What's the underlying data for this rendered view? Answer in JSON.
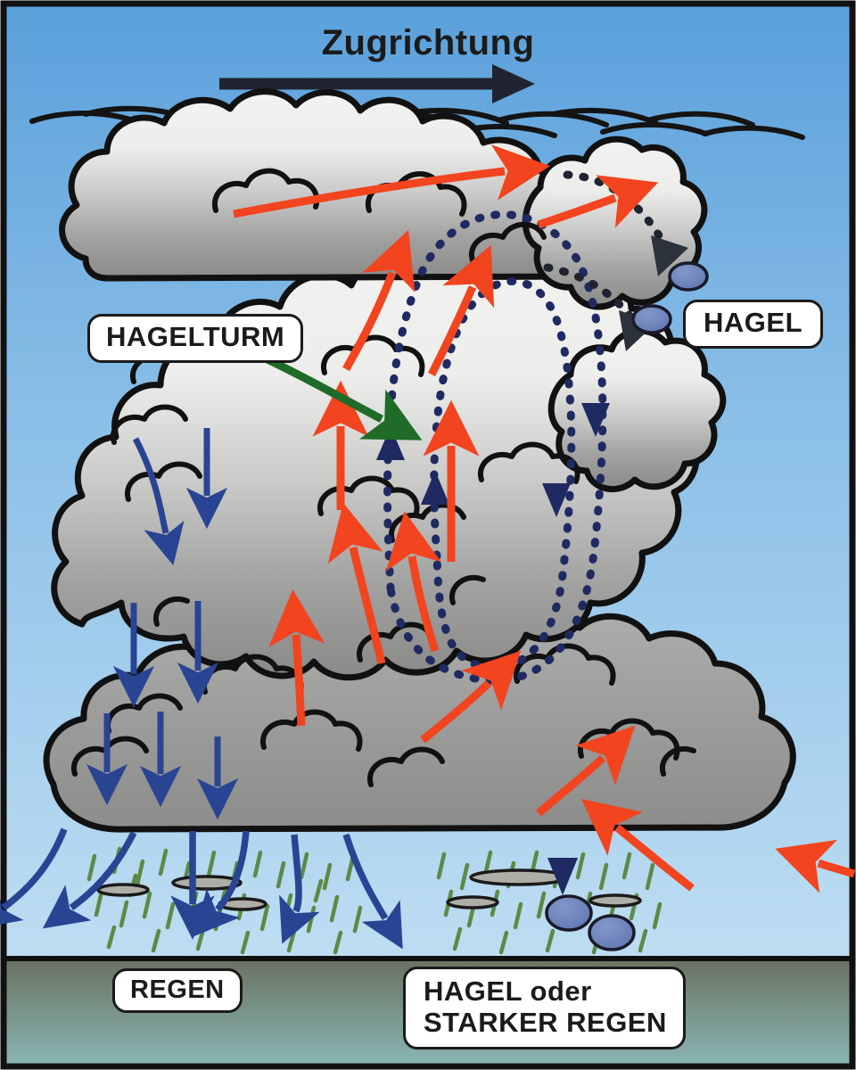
{
  "diagram": {
    "title": "Zugrichtung",
    "language": "de",
    "subject": "Gewitterwolke / Hagel Querschnitt"
  },
  "labels": {
    "storm_motion": "Zugrichtung",
    "hail_tower": "HAGELTURM",
    "hail": "HAGEL",
    "rain": "REGEN",
    "hail_or_heavy_rain_line1": "HAGEL oder",
    "hail_or_heavy_rain_line2": "STARKER REGEN"
  },
  "colors": {
    "sky_top": "#5FA3DC",
    "sky_bottom": "#BEDDF2",
    "ground_top": "#6D7562",
    "ground_bottom": "#86B3B3",
    "cloud_top": "#EFEFED",
    "cloud_bottom": "#8F8F8F",
    "cloud_outline": "#111111",
    "updraft_red": "#F2441F",
    "downdraft_blue": "#2A4494",
    "circulation_navy": "#1F2A63",
    "hail_tower_green": "#1F6B28",
    "hail_stone": "#6E86BD",
    "rain_streak": "#5C8A45",
    "scud_cloud": "#A8A8A0",
    "label_border": "#1A1A1A",
    "label_fill": "#FFFFFF",
    "storm_motion_arrow": "#1F2430"
  },
  "elements": {
    "storm_motion_arrow": "right-arrow-icon",
    "updraft_arrows": "red upward inflow/updraft arrows",
    "downdraft_arrows": "blue downward downdraft arrows",
    "circulation_loops": "navy dotted recirculation ellipses",
    "hail_trajectory": "dark dotted ejection paths to hailstones",
    "hail_tower_pointer": "green pointer arrow",
    "rain_shaft": "green rain streaks",
    "hailstones": "blue-grey ellipses",
    "scud_clouds": "grey lens-shaped clouds",
    "anvil_cirrus": "black wispy anvil strokes"
  },
  "counts": {
    "hailstones_aloft": 2,
    "hailstones_ground": 2,
    "circulation_loops": 2
  }
}
